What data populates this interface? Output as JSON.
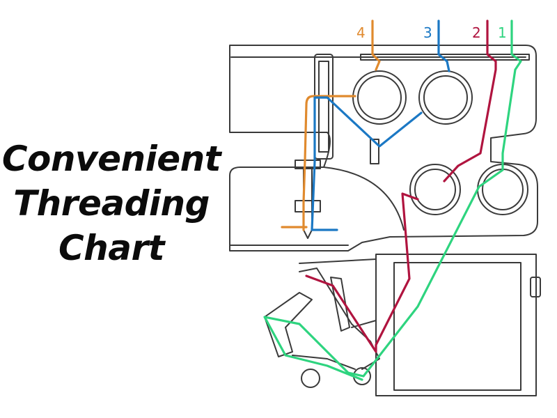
{
  "title": {
    "line1": "Convenient",
    "line2": "Threading",
    "line3": "Chart"
  },
  "threads": [
    {
      "label": "4",
      "color": "#E08A2E"
    },
    {
      "label": "3",
      "color": "#1B78C4"
    },
    {
      "label": "2",
      "color": "#B0143F"
    },
    {
      "label": "1",
      "color": "#2ED47F"
    }
  ],
  "outline_color": "#3a3a3a"
}
